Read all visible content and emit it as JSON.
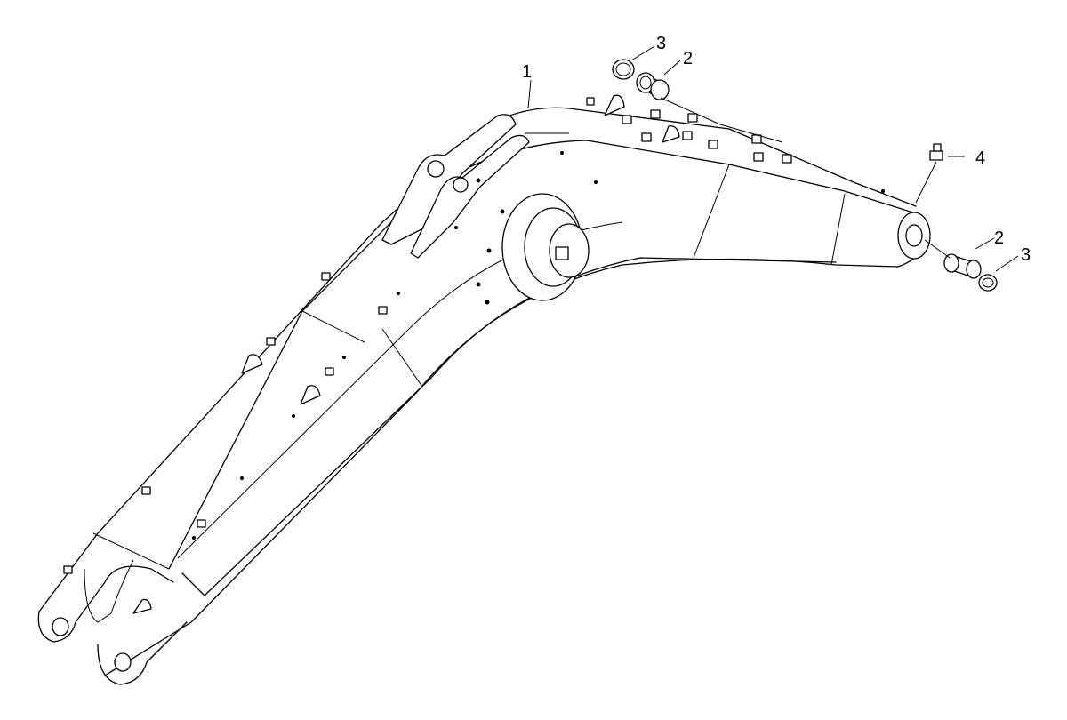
{
  "callouts": [
    {
      "id": "boom",
      "label": "1"
    },
    {
      "id": "bushing_top",
      "label": "2"
    },
    {
      "id": "seal_top",
      "label": "3"
    },
    {
      "id": "grease_fitting",
      "label": "4"
    },
    {
      "id": "bushing_bottom",
      "label": "2"
    },
    {
      "id": "seal_bottom",
      "label": "3"
    }
  ]
}
